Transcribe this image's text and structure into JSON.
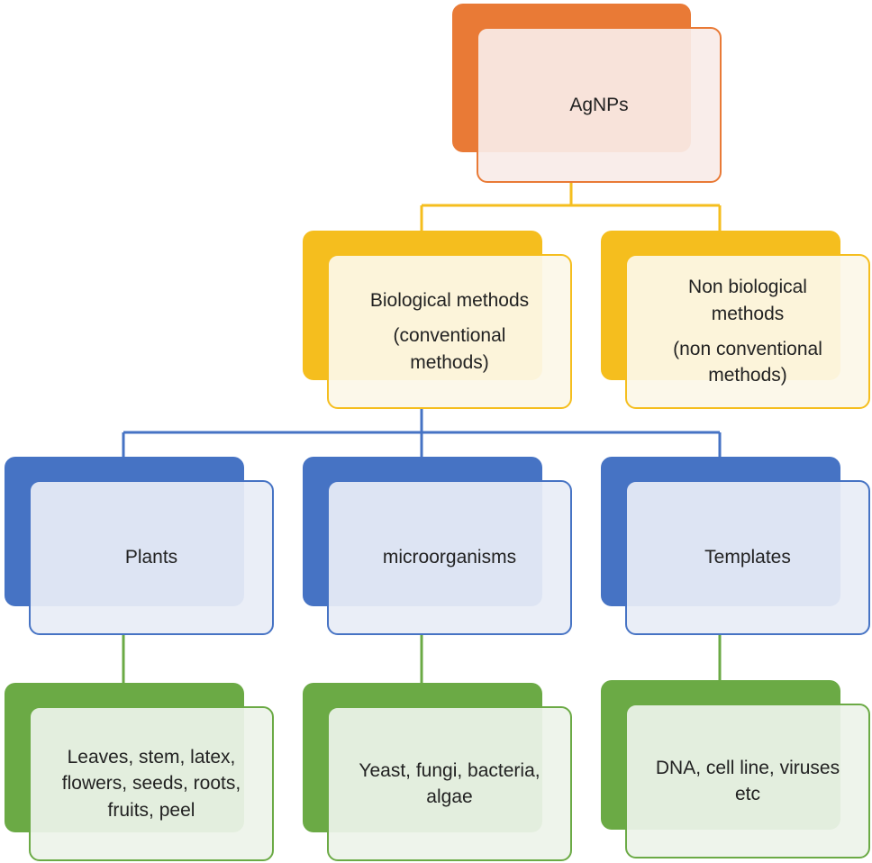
{
  "colors": {
    "orange": "#E97A36",
    "orange_fill": "#F9ECE8",
    "yellow": "#F5BE1E",
    "yellow_fill": "#FCF8E8",
    "blue": "#4673C4",
    "blue_fill": "#E8EDF6",
    "green": "#6BAA45",
    "green_fill": "#EDF3EA"
  },
  "root": {
    "label": "AgNPs"
  },
  "level1": {
    "biological": {
      "line1": "Biological methods",
      "line2": "(conventional",
      "line3": "methods)"
    },
    "non_biological": {
      "line1": "Non biological",
      "line2": "methods",
      "line3": "(non conventional",
      "line4": "methods)"
    }
  },
  "level2": {
    "plants": {
      "label": "Plants"
    },
    "microorganisms": {
      "label": "microorganisms"
    },
    "templates": {
      "label": "Templates"
    }
  },
  "level3": {
    "plants_sources": {
      "line1": "Leaves, stem, latex,",
      "line2": "flowers, seeds, roots,",
      "line3": "fruits, peel"
    },
    "microbe_sources": {
      "line1": "Yeast, fungi, bacteria,",
      "line2": "algae"
    },
    "template_sources": {
      "line1": "DNA, cell line, viruses",
      "line2": "etc"
    }
  }
}
